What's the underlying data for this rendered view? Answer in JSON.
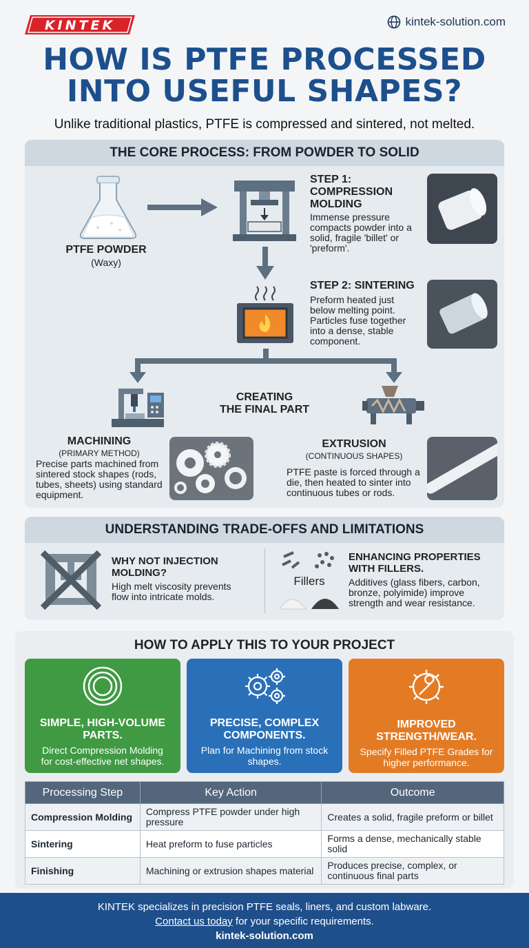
{
  "header": {
    "logo_text": "KINTEK",
    "website": "kintek-solution.com",
    "title_line1": "HOW IS PTFE PROCESSED",
    "title_line2": "INTO USEFUL SHAPES?",
    "subtitle": "Unlike traditional plastics, PTFE is compressed and sintered, not melted."
  },
  "core": {
    "heading": "THE CORE PROCESS: FROM POWDER TO SOLID",
    "powder_label": "PTFE POWDER",
    "powder_note": "(Waxy)",
    "step1_title_l1": "STEP 1:",
    "step1_title_l2": "COMPRESSION",
    "step1_title_l3": "MOLDING",
    "step1_text": "Immense pressure compacts powder into a solid, fragile 'billet' or 'preform'.",
    "step2_title": "STEP 2: SINTERING",
    "step2_text": "Preform heated just below melting point. Particles fuse together into a dense, stable component.",
    "final_l1": "CREATING",
    "final_l2": "THE FINAL PART",
    "machining_title": "MACHINING",
    "machining_note": "(PRIMARY METHOD)",
    "machining_text": "Precise parts machined from sintered stock shapes (rods, tubes, sheets) using standard equipment.",
    "extrusion_title": "EXTRUSION",
    "extrusion_note": "(CONTINUOUS SHAPES)",
    "extrusion_text": "PTFE paste is forced through a die, then heated to sinter into continuous tubes or rods."
  },
  "tradeoffs": {
    "heading": "UNDERSTANDING TRADE-OFFS AND LIMITATIONS",
    "injection_title_l1": "WHY NOT INJECTION",
    "injection_title_l2": "MOLDING?",
    "injection_text": "High melt viscosity prevents flow into intricate molds.",
    "fillers_label": "Fillers",
    "fillers_title_l1": "ENHANCING PROPERTIES",
    "fillers_title_l2": "WITH FILLERS.",
    "fillers_text": "Additives (glass fibers, carbon, bronze, polyimide) improve strength and wear resistance."
  },
  "apply": {
    "heading": "HOW TO APPLY THIS TO YOUR PROJECT",
    "cards": [
      {
        "title_l1": "SIMPLE, HIGH-VOLUME",
        "title_l2": "PARTS.",
        "text": "Direct Compression Molding for cost-effective net shapes.",
        "color": "#3f9a43"
      },
      {
        "title_l1": "PRECISE, COMPLEX",
        "title_l2": "COMPONENTS.",
        "text": "Plan for Machining from stock shapes.",
        "color": "#2a70b8"
      },
      {
        "title_l1": "IMPROVED",
        "title_l2": "STRENGTH/WEAR.",
        "text": "Specify Filled PTFE Grades for higher performance.",
        "color": "#e37b25"
      }
    ]
  },
  "table": {
    "headers": [
      "Processing Step",
      "Key Action",
      "Outcome"
    ],
    "rows": [
      [
        "Compression Molding",
        "Compress PTFE powder under high pressure",
        "Creates a solid, fragile preform or billet"
      ],
      [
        "Sintering",
        "Heat preform to fuse particles",
        "Forms a dense, mechanically stable solid"
      ],
      [
        "Finishing",
        "Machining or extrusion shapes material",
        "Produces precise, complex, or continuous final parts"
      ]
    ]
  },
  "footer": {
    "line1": "KINTEK specializes in precision PTFE seals, liners, and custom labware.",
    "link": "Contact us today",
    "line2_rest": " for your specific requirements.",
    "url": "kintek-solution.com"
  },
  "colors": {
    "brand_red": "#d8232a",
    "title_blue": "#1c4f8c",
    "footer_blue": "#1f4f8b",
    "panel_gray": "#e6ebef"
  },
  "icons": [
    "globe-icon",
    "flask-icon",
    "press-icon",
    "furnace-icon",
    "cnc-machine-icon",
    "extruder-icon",
    "crossed-mold-icon",
    "fillers-icon",
    "rings-icon",
    "gears-icon",
    "gear-wrench-icon"
  ]
}
